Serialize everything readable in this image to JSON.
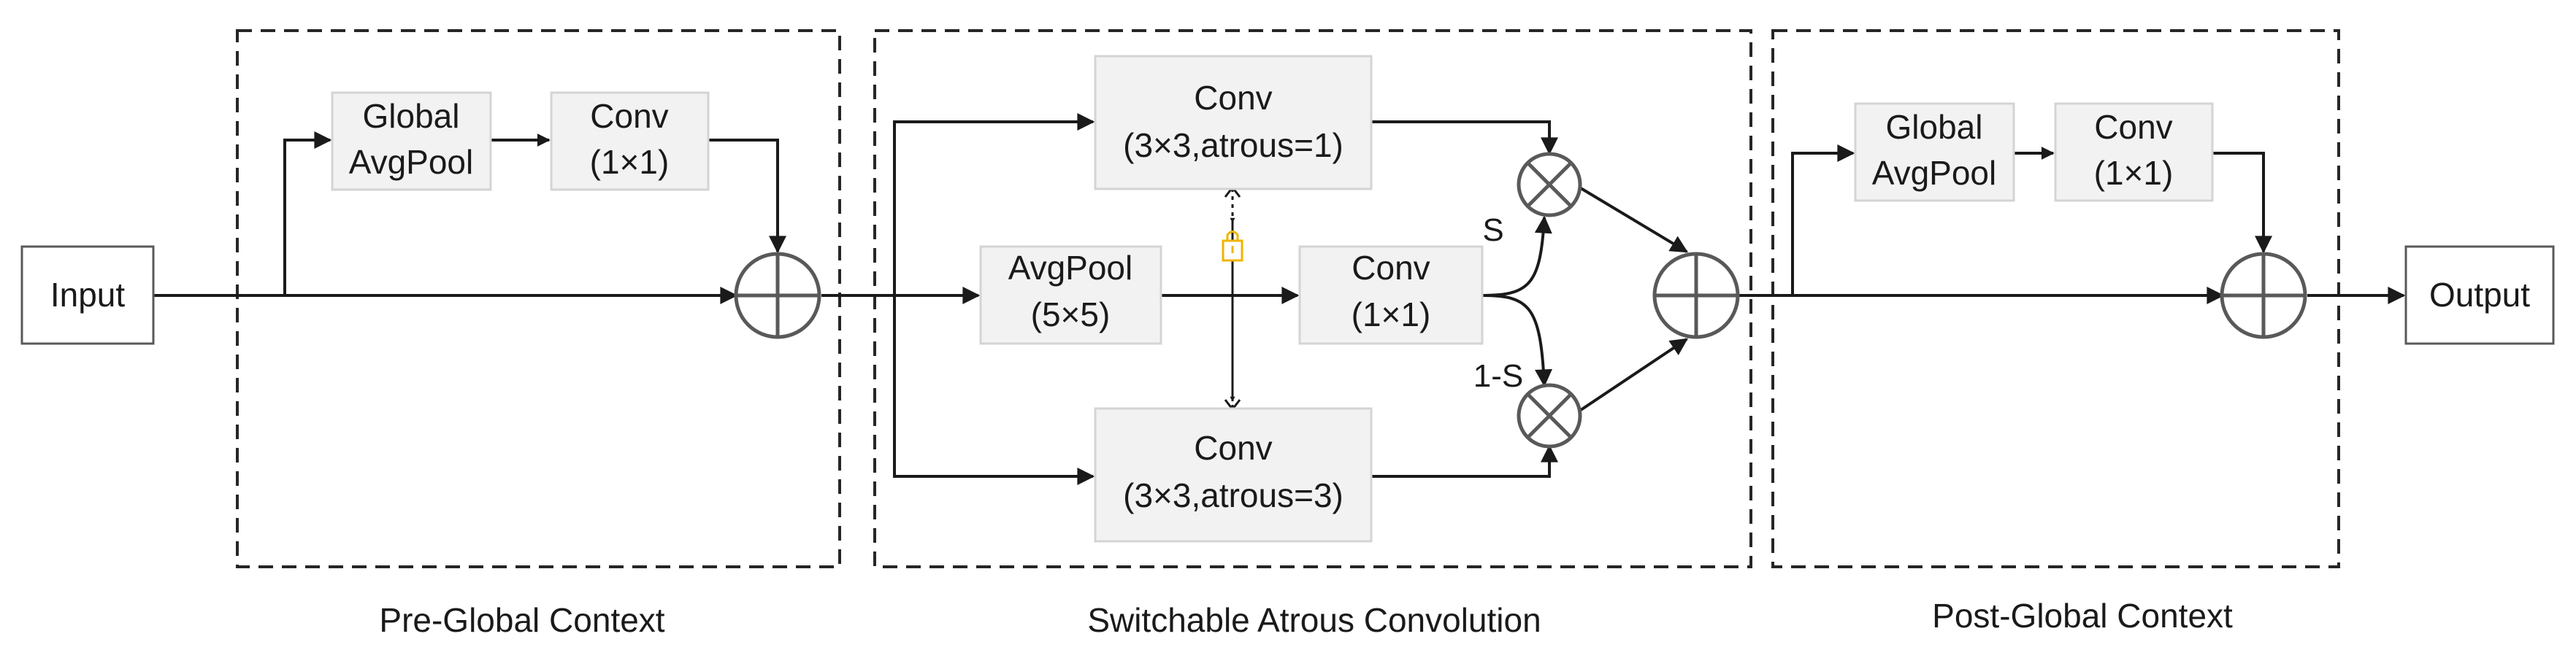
{
  "nodes": {
    "input": "Input",
    "output": "Output",
    "pre_gap_l1": "Global",
    "pre_gap_l2": "AvgPool",
    "pre_conv_l1": "Conv",
    "pre_conv_l2": "(1×1)",
    "sac_conv_top_l1": "Conv",
    "sac_conv_top_l2": "(3×3,atrous=1)",
    "sac_avgpool_l1": "AvgPool",
    "sac_avgpool_l2": "(5×5)",
    "sac_conv_mid_l1": "Conv",
    "sac_conv_mid_l2": "(1×1)",
    "sac_conv_bot_l1": "Conv",
    "sac_conv_bot_l2": "(3×3,atrous=3)",
    "post_gap_l1": "Global",
    "post_gap_l2": "AvgPool",
    "post_conv_l1": "Conv",
    "post_conv_l2": "(1×1)"
  },
  "labels": {
    "switch_s": "S",
    "switch_one_minus_s": "1-S"
  },
  "groups": {
    "pre_global_context": "Pre-Global Context",
    "switchable_atrous_convolution": "Switchable Atrous Convolution",
    "post_global_context": "Post-Global Context"
  },
  "colors": {
    "box_fill": "#f2f2f2",
    "box_stroke": "#d4d4d4",
    "line": "#1a1a1a",
    "operator": "#595959",
    "lock_icon": "#f0b400"
  },
  "icons": {
    "lock": "lock-icon"
  }
}
